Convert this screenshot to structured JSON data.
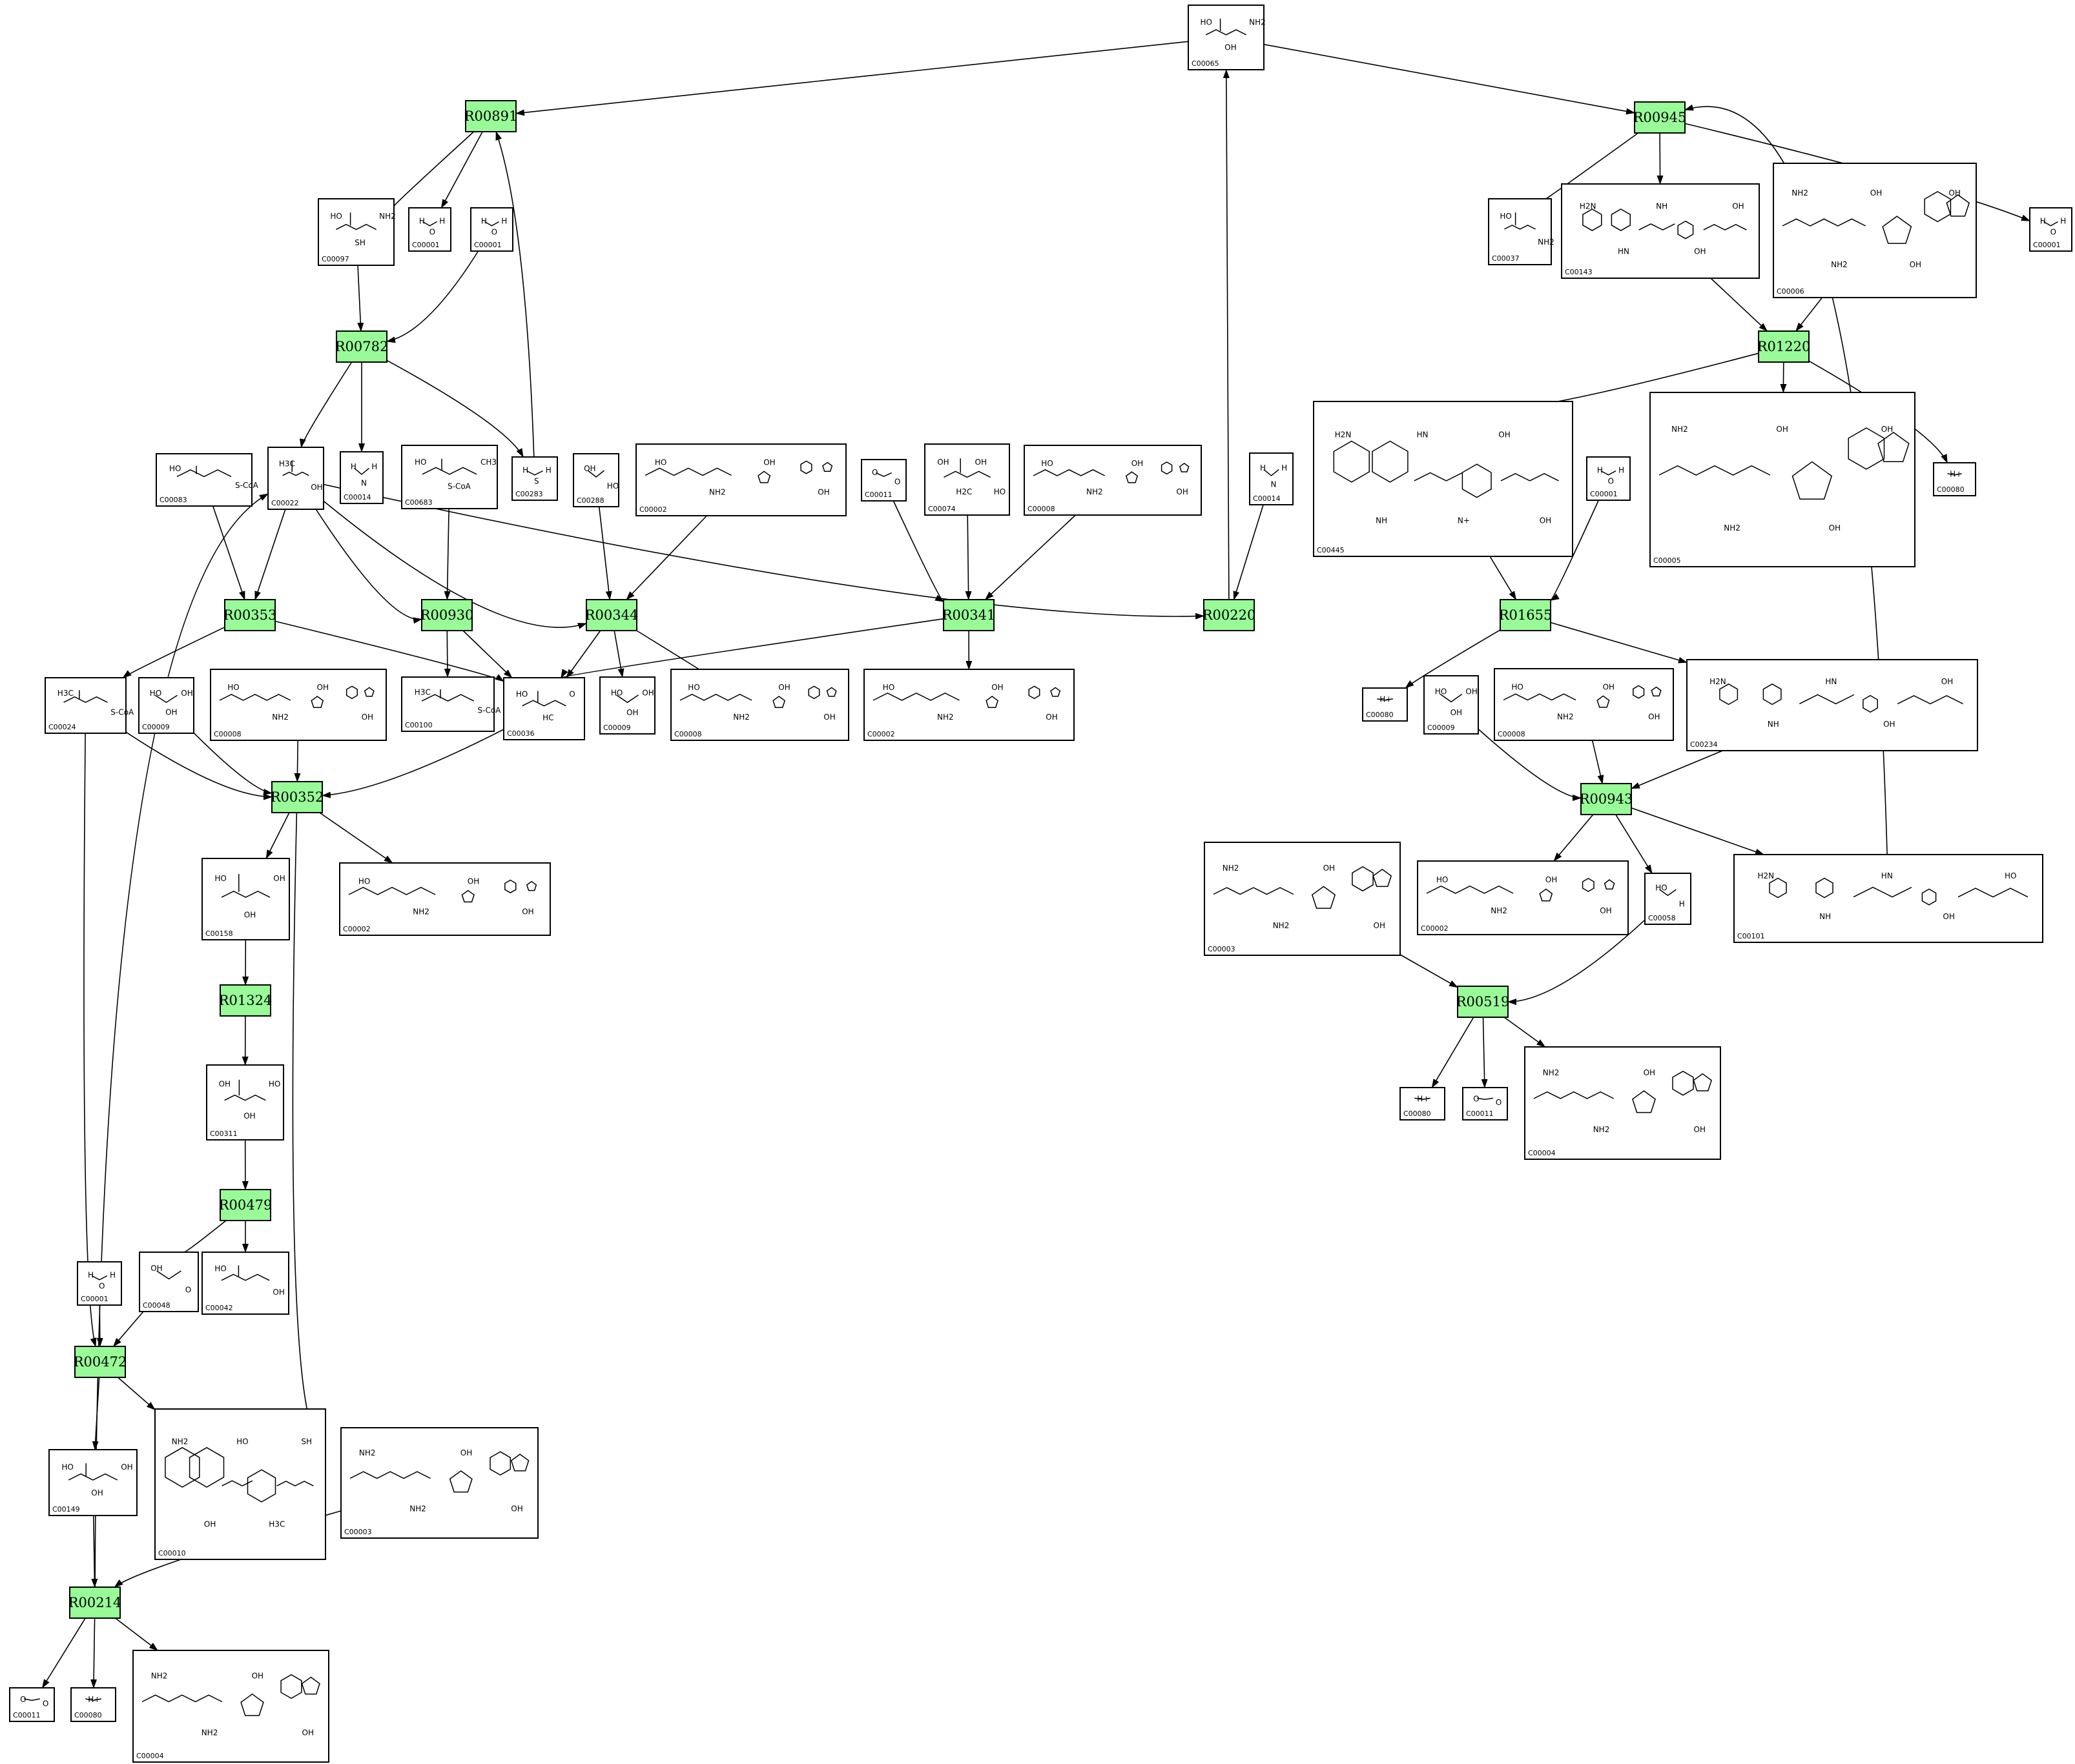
{
  "reactions": [
    {
      "id": "R00891",
      "label": "R00891"
    },
    {
      "id": "R00945",
      "label": "R00945"
    },
    {
      "id": "R00782",
      "label": "R00782"
    },
    {
      "id": "R01220",
      "label": "R01220"
    },
    {
      "id": "R00353",
      "label": "R00353"
    },
    {
      "id": "R00930",
      "label": "R00930"
    },
    {
      "id": "R00344",
      "label": "R00344"
    },
    {
      "id": "R00341",
      "label": "R00341"
    },
    {
      "id": "R00220",
      "label": "R00220"
    },
    {
      "id": "R01655",
      "label": "R01655"
    },
    {
      "id": "R00352",
      "label": "R00352"
    },
    {
      "id": "R00943",
      "label": "R00943"
    },
    {
      "id": "R01324",
      "label": "R01324"
    },
    {
      "id": "R00519",
      "label": "R00519"
    },
    {
      "id": "R00479",
      "label": "R00479"
    },
    {
      "id": "R00472",
      "label": "R00472"
    },
    {
      "id": "R00214",
      "label": "R00214"
    }
  ],
  "compounds": [
    {
      "id": "c_C00065",
      "label": "C00065",
      "atoms": [
        "HO",
        "OH",
        "NH2"
      ]
    },
    {
      "id": "c_C00097",
      "label": "C00097",
      "atoms": [
        "HO",
        "SH",
        "NH2"
      ]
    },
    {
      "id": "c_C00001a",
      "label": "C00001",
      "atoms": [
        "H",
        "O",
        "H"
      ]
    },
    {
      "id": "c_C00001b",
      "label": "C00001",
      "atoms": [
        "H",
        "O",
        "H"
      ]
    },
    {
      "id": "c_C00037",
      "label": "C00037",
      "atoms": [
        "HO",
        "NH2"
      ]
    },
    {
      "id": "c_C00143",
      "label": "C00143",
      "atoms": [
        "H2N",
        "HN",
        "NH",
        "OH",
        "OH"
      ]
    },
    {
      "id": "c_C00006",
      "label": "C00006",
      "atoms": [
        "NH2",
        "NH2",
        "OH",
        "OH",
        "OH"
      ]
    },
    {
      "id": "c_C00001c",
      "label": "C00001",
      "atoms": [
        "H",
        "O",
        "H"
      ]
    },
    {
      "id": "c_C00083",
      "label": "C00083",
      "atoms": [
        "HO",
        "S-CoA"
      ]
    },
    {
      "id": "c_C00022",
      "label": "C00022",
      "atoms": [
        "H3C",
        "OH"
      ]
    },
    {
      "id": "c_C00014a",
      "label": "C00014",
      "atoms": [
        "H",
        "N",
        "H"
      ]
    },
    {
      "id": "c_C00683",
      "label": "C00683",
      "atoms": [
        "HO",
        "S-CoA",
        "CH3"
      ]
    },
    {
      "id": "c_C00283",
      "label": "C00283",
      "atoms": [
        "H",
        "S",
        "H"
      ]
    },
    {
      "id": "c_C00288",
      "label": "C00288",
      "atoms": [
        "OH",
        "HO"
      ]
    },
    {
      "id": "c_C00002a",
      "label": "C00002",
      "atoms": [
        "HO",
        "NH2",
        "OH",
        "OH"
      ]
    },
    {
      "id": "c_C00011a",
      "label": "C00011",
      "atoms": [
        "O",
        "O"
      ]
    },
    {
      "id": "c_C00074",
      "label": "C00074",
      "atoms": [
        "OH",
        "H2C",
        "OH",
        "HO"
      ]
    },
    {
      "id": "c_C00008a",
      "label": "C00008",
      "atoms": [
        "HO",
        "NH2",
        "OH",
        "OH"
      ]
    },
    {
      "id": "c_C00014b",
      "label": "C00014",
      "atoms": [
        "H",
        "N",
        "H"
      ]
    },
    {
      "id": "c_C00445",
      "label": "C00445",
      "atoms": [
        "H2N",
        "NH",
        "HN",
        "N+",
        "OH",
        "OH"
      ]
    },
    {
      "id": "c_C00001d",
      "label": "C00001",
      "atoms": [
        "H",
        "O",
        "H"
      ]
    },
    {
      "id": "c_C00005",
      "label": "C00005",
      "atoms": [
        "NH2",
        "NH2",
        "OH",
        "OH",
        "OH"
      ]
    },
    {
      "id": "c_C00080a",
      "label": "C00080",
      "atoms": [
        "H+"
      ]
    },
    {
      "id": "c_C00024",
      "label": "C00024",
      "atoms": [
        "H3C",
        "S-CoA"
      ]
    },
    {
      "id": "c_C00009a",
      "label": "C00009",
      "atoms": [
        "HO",
        "OH",
        "OH"
      ]
    },
    {
      "id": "c_C00008b",
      "label": "C00008",
      "atoms": [
        "HO",
        "NH2",
        "OH",
        "OH"
      ]
    },
    {
      "id": "c_C00100",
      "label": "C00100",
      "atoms": [
        "H3C",
        "S-CoA"
      ]
    },
    {
      "id": "c_C00036",
      "label": "C00036",
      "atoms": [
        "HO",
        "HC",
        "O"
      ]
    },
    {
      "id": "c_C00009b",
      "label": "C00009",
      "atoms": [
        "HO",
        "OH",
        "OH"
      ]
    },
    {
      "id": "c_C00008c",
      "label": "C00008",
      "atoms": [
        "HO",
        "NH2",
        "OH",
        "OH"
      ]
    },
    {
      "id": "c_C00002b",
      "label": "C00002",
      "atoms": [
        "HO",
        "NH2",
        "OH",
        "OH"
      ]
    },
    {
      "id": "c_C00080b",
      "label": "C00080",
      "atoms": [
        "H+"
      ]
    },
    {
      "id": "c_C00009c",
      "label": "C00009",
      "atoms": [
        "HO",
        "OH",
        "OH"
      ]
    },
    {
      "id": "c_C00008d",
      "label": "C00008",
      "atoms": [
        "HO",
        "NH2",
        "OH",
        "OH"
      ]
    },
    {
      "id": "c_C00234",
      "label": "C00234",
      "atoms": [
        "H2N",
        "NH",
        "HN",
        "OH",
        "OH"
      ]
    },
    {
      "id": "c_C00158",
      "label": "C00158",
      "atoms": [
        "HO",
        "OH",
        "OH"
      ]
    },
    {
      "id": "c_C00002c",
      "label": "C00002",
      "atoms": [
        "HO",
        "NH2",
        "OH",
        "OH"
      ]
    },
    {
      "id": "c_C00003a",
      "label": "C00003",
      "atoms": [
        "NH2",
        "NH2",
        "OH",
        "OH"
      ]
    },
    {
      "id": "c_C00002d",
      "label": "C00002",
      "atoms": [
        "HO",
        "NH2",
        "OH",
        "OH"
      ]
    },
    {
      "id": "c_C00058",
      "label": "C00058",
      "atoms": [
        "HO",
        "H"
      ]
    },
    {
      "id": "c_C00101",
      "label": "C00101",
      "atoms": [
        "H2N",
        "NH",
        "HN",
        "OH",
        "HO"
      ]
    },
    {
      "id": "c_C00311",
      "label": "C00311",
      "atoms": [
        "OH",
        "OH",
        "HO"
      ]
    },
    {
      "id": "c_C00080c",
      "label": "C00080",
      "atoms": [
        "H+"
      ]
    },
    {
      "id": "c_C00011b",
      "label": "C00011",
      "atoms": [
        "O",
        "O"
      ]
    },
    {
      "id": "c_C00004a",
      "label": "C00004",
      "atoms": [
        "NH2",
        "NH2",
        "OH",
        "OH"
      ]
    },
    {
      "id": "c_C00001e",
      "label": "C00001",
      "atoms": [
        "H",
        "O",
        "H"
      ]
    },
    {
      "id": "c_C00048",
      "label": "C00048",
      "atoms": [
        "OH",
        "O"
      ]
    },
    {
      "id": "c_C00042",
      "label": "C00042",
      "atoms": [
        "HO",
        "OH"
      ]
    },
    {
      "id": "c_C00149",
      "label": "C00149",
      "atoms": [
        "HO",
        "OH",
        "OH"
      ]
    },
    {
      "id": "c_C00010",
      "label": "C00010",
      "atoms": [
        "NH2",
        "OH",
        "HO",
        "H3C",
        "SH"
      ]
    },
    {
      "id": "c_C00003b",
      "label": "C00003",
      "atoms": [
        "NH2",
        "NH2",
        "OH",
        "OH"
      ]
    },
    {
      "id": "c_C00011c",
      "label": "C00011",
      "atoms": [
        "O",
        "O"
      ]
    },
    {
      "id": "c_C00080d",
      "label": "C00080",
      "atoms": [
        "H+"
      ]
    },
    {
      "id": "c_C00004b",
      "label": "C00004",
      "atoms": [
        "NH2",
        "NH2",
        "OH",
        "OH"
      ]
    }
  ]
}
